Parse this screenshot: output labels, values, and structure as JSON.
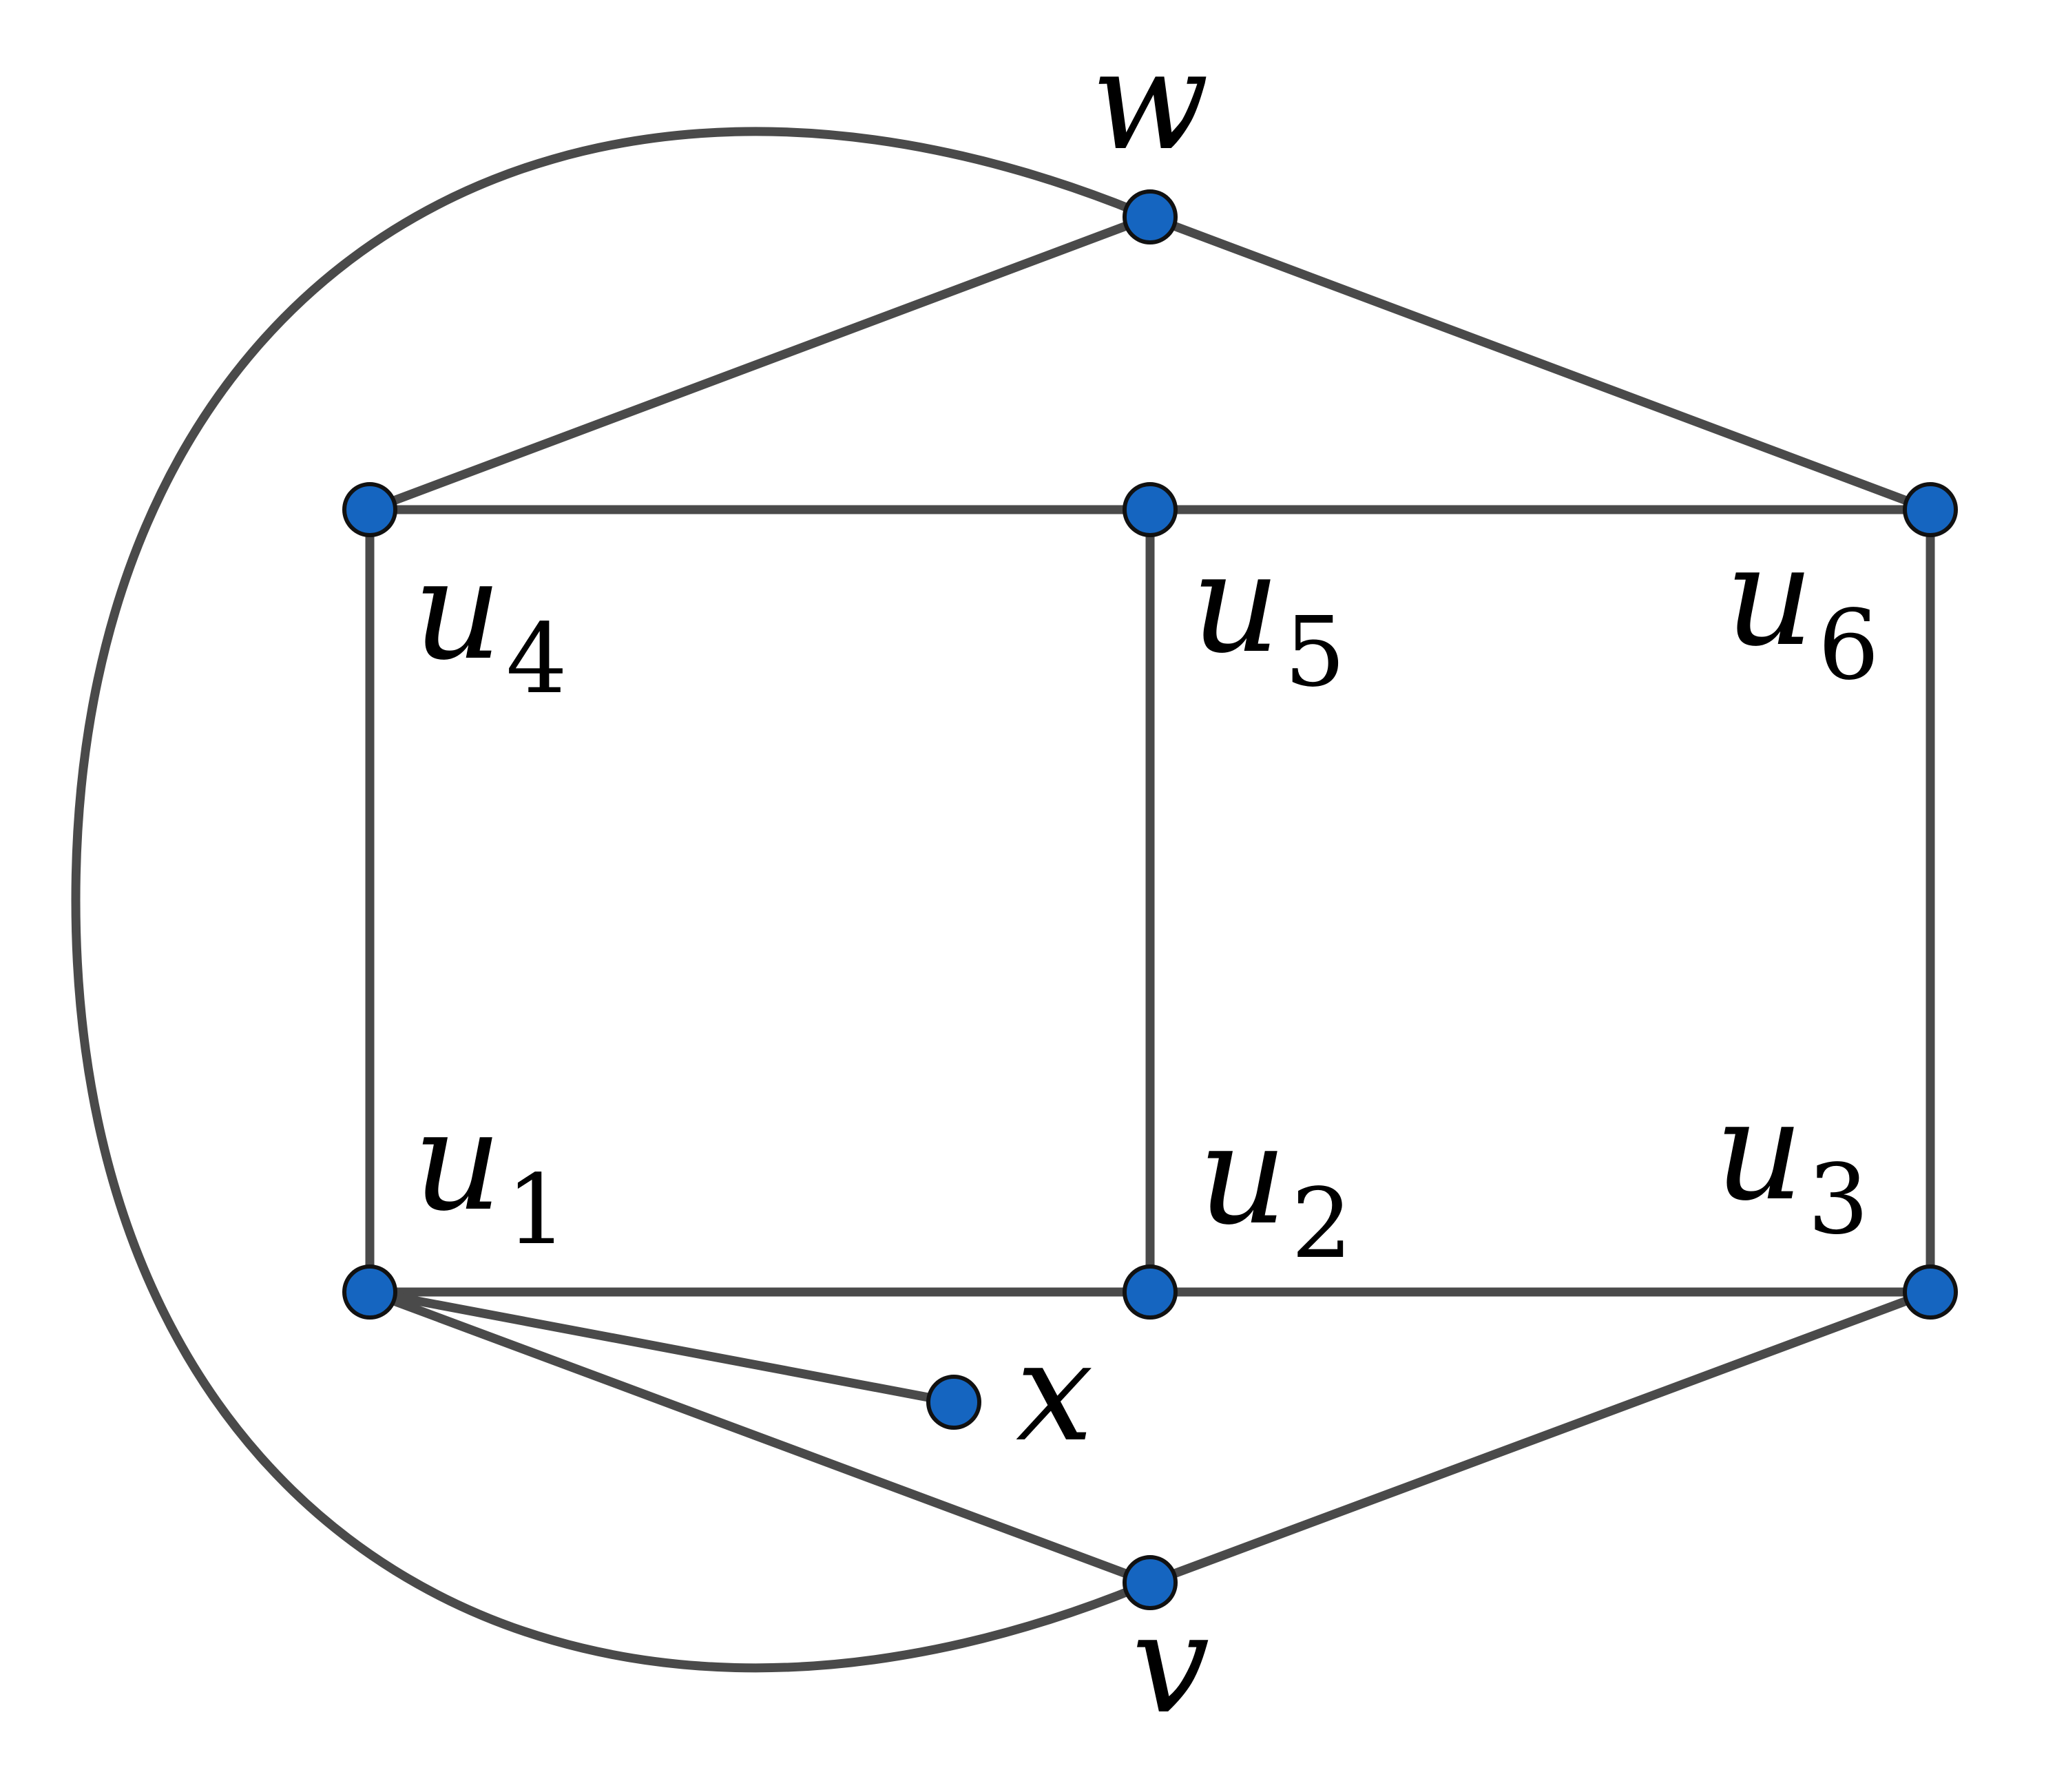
{
  "graph": {
    "vertices": [
      {
        "id": "u1",
        "label": "u",
        "subscript": "1"
      },
      {
        "id": "u2",
        "label": "u",
        "subscript": "2"
      },
      {
        "id": "u3",
        "label": "u",
        "subscript": "3"
      },
      {
        "id": "u4",
        "label": "u",
        "subscript": "4"
      },
      {
        "id": "u5",
        "label": "u",
        "subscript": "5"
      },
      {
        "id": "u6",
        "label": "u",
        "subscript": "6"
      },
      {
        "id": "w",
        "label": "w",
        "subscript": ""
      },
      {
        "id": "v",
        "label": "v",
        "subscript": ""
      },
      {
        "id": "x",
        "label": "x",
        "subscript": ""
      }
    ],
    "edges": [
      {
        "from": "u4",
        "to": "u5"
      },
      {
        "from": "u5",
        "to": "u6"
      },
      {
        "from": "u1",
        "to": "u2"
      },
      {
        "from": "u2",
        "to": "u3"
      },
      {
        "from": "u4",
        "to": "u1"
      },
      {
        "from": "u5",
        "to": "u2"
      },
      {
        "from": "u6",
        "to": "u3"
      },
      {
        "from": "w",
        "to": "u4"
      },
      {
        "from": "w",
        "to": "u6"
      },
      {
        "from": "v",
        "to": "u1"
      },
      {
        "from": "v",
        "to": "u3"
      },
      {
        "from": "u1",
        "to": "x"
      },
      {
        "from": "w",
        "to": "v",
        "curved": true
      }
    ],
    "colors": {
      "vertex_fill": "#1565c0",
      "vertex_stroke": "#111111",
      "edge": "#4a4a4a"
    }
  }
}
